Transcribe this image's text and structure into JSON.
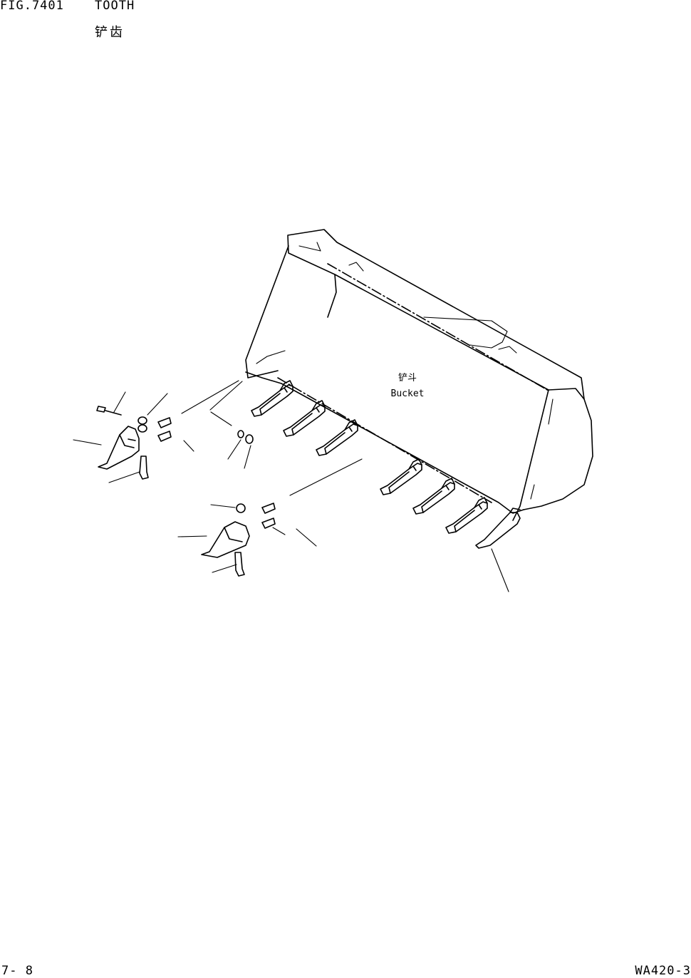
{
  "header": {
    "fig_number": "FIG.7401",
    "title_en": "TOOTH",
    "title_cn": "铲齿"
  },
  "diagram": {
    "bucket_label_cn": "铲斗",
    "bucket_label_en": "Bucket"
  },
  "footer": {
    "page_number": "7-  8",
    "model_code": "WA420-3"
  }
}
